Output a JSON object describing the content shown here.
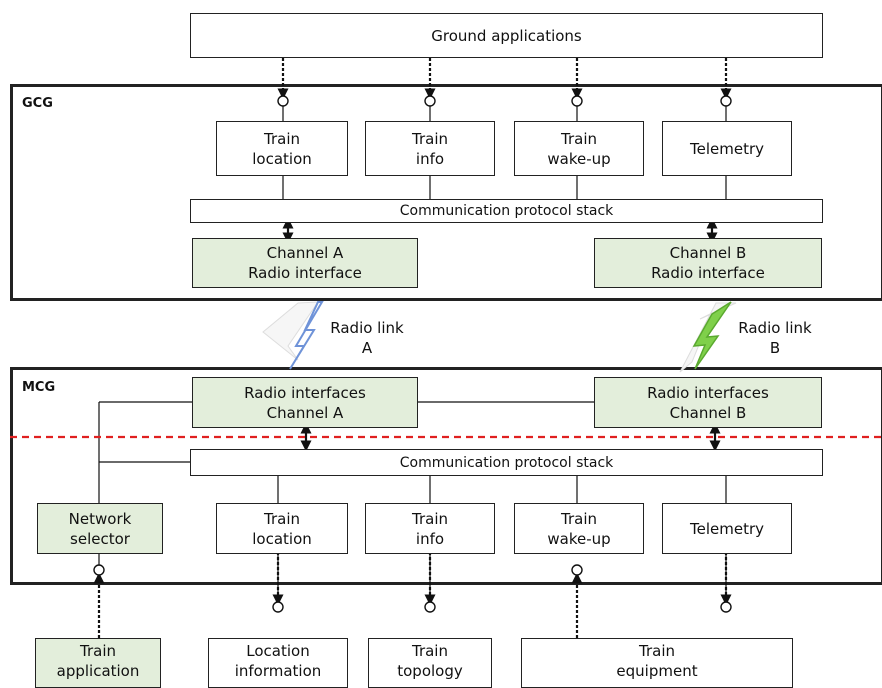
{
  "top": {
    "ground_applications": "Ground applications"
  },
  "gcg": {
    "label": "GCG",
    "modules": [
      "Train\nlocation",
      "Train\ninfo",
      "Train\nwake-up",
      "Telemetry"
    ],
    "stack": "Communication protocol stack",
    "channel_a": "Channel A\nRadio interface",
    "channel_b": "Channel B\nRadio interface"
  },
  "radio": {
    "link_a": "Radio link\nA",
    "link_b": "Radio link\nB"
  },
  "mcg": {
    "label": "MCG",
    "radio_a": "Radio interfaces\nChannel A",
    "radio_b": "Radio interfaces\nChannel B",
    "stack": "Communication protocol stack",
    "network_selector": "Network\nselector",
    "modules": [
      "Train\nlocation",
      "Train\ninfo",
      "Train\nwake-up",
      "Telemetry"
    ]
  },
  "bottom": {
    "train_application": "Train\napplication",
    "location_information": "Location\ninformation",
    "train_topology": "Train\ntopology",
    "train_equipment": "Train\nequipment"
  },
  "colors": {
    "green_fill": "#e3eedb",
    "divider": "#e02020",
    "bolt_a": "#6f93d8",
    "bolt_b": "#6dc23a"
  }
}
